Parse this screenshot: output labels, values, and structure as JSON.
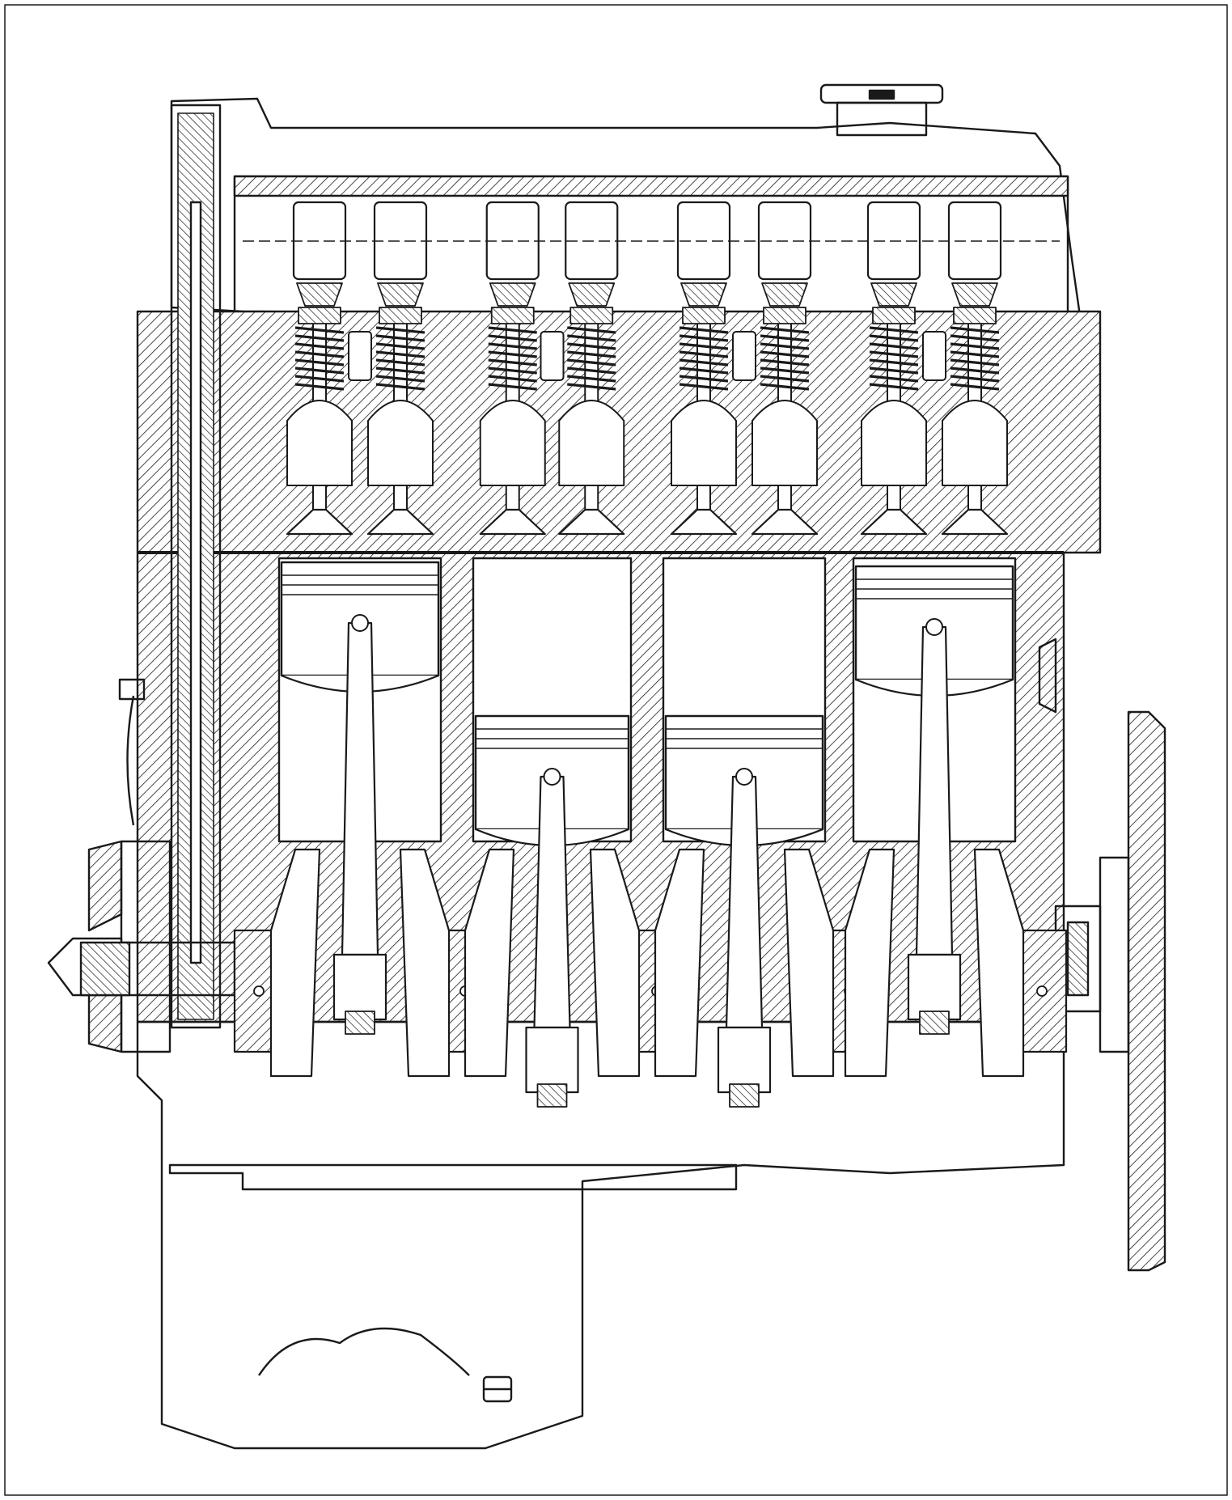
{
  "figure": {
    "cylinders": [
      {
        "state": "firing"
      },
      {
        "state": "bdc"
      },
      {
        "state": "bdc"
      },
      {
        "state": "tdc"
      }
    ],
    "colors": {
      "ink": "#1a1a1a",
      "paper": "#ffffff"
    }
  }
}
